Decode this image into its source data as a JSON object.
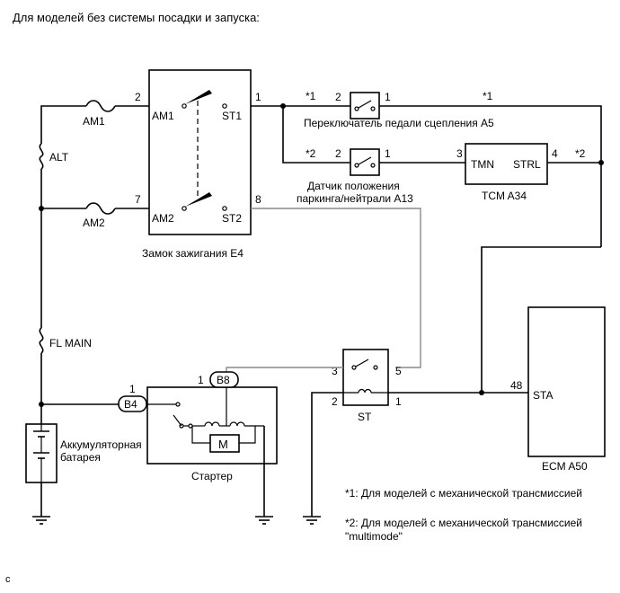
{
  "header": "Для моделей без системы посадки и запуска:",
  "fuses": {
    "am1": "AM1",
    "am2": "AM2",
    "alt": "ALT",
    "fl_main": "FL MAIN"
  },
  "ignition": {
    "name": "Замок зажигания E4",
    "am1": "AM1",
    "st1": "ST1",
    "am2": "AM2",
    "st2": "ST2",
    "pin_am1": "2",
    "pin_st1": "1",
    "pin_am2": "7",
    "pin_st2": "8"
  },
  "clutch_switch": {
    "name": "Переключатель педали сцепления A5",
    "pin_left": "2",
    "pin_right": "1",
    "mark_left": "*1",
    "mark_right": "*1"
  },
  "park_sensor": {
    "name_line1": "Датчик положения",
    "name_line2": "паркинга/нейтрали A13",
    "pin_left": "2",
    "pin_right": "1",
    "mark": "*2"
  },
  "tcm": {
    "name": "TCM A34",
    "tmn": "TMN",
    "strl": "STRL",
    "pin_tmn": "3",
    "pin_strl": "4",
    "mark": "*2"
  },
  "ecm": {
    "name": "ECM A50",
    "sta": "STA",
    "pin_sta": "48"
  },
  "st_relay": {
    "name": "ST",
    "pin3": "3",
    "pin5": "5",
    "pin2": "2",
    "pin1": "1"
  },
  "starter": {
    "name": "Стартер",
    "b8": "B8",
    "b4": "B4",
    "pin_b8": "1",
    "pin_b4": "1",
    "motor": "M"
  },
  "battery": {
    "line1": "Аккумуляторная",
    "line2": "батарея"
  },
  "notes": {
    "n1": "*1: Для моделей с механической трансмиссией",
    "n2_line1": "*2: Для моделей с механической трансмиссией",
    "n2_line2": "\"multimode\""
  },
  "corner": "c"
}
